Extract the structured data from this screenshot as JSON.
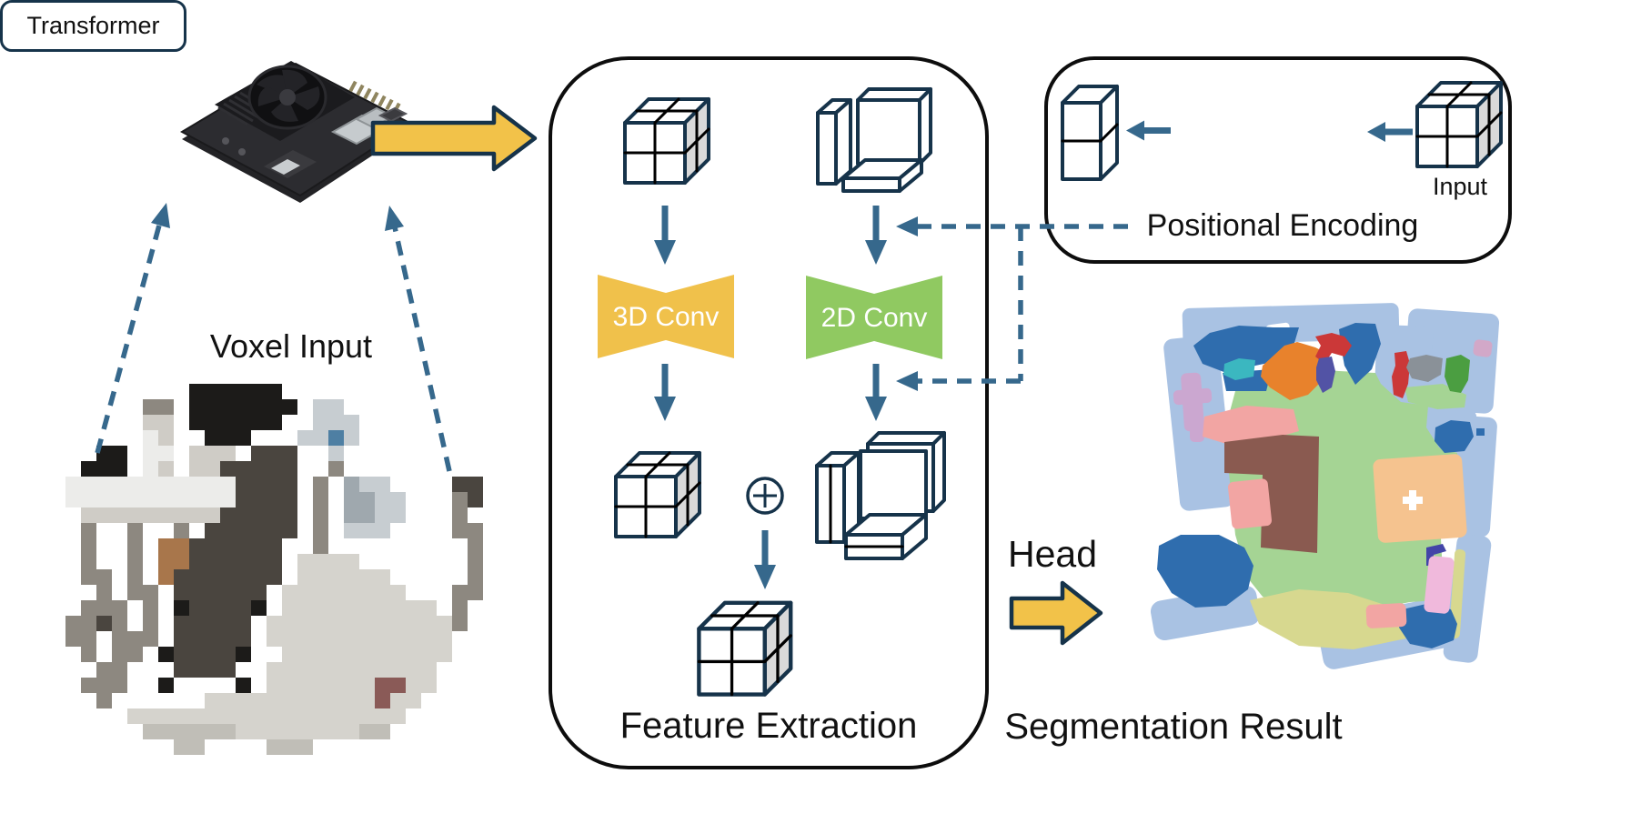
{
  "title": "Voxel Segmentation Pipeline Diagram",
  "labels": {
    "voxel_input": "Voxel Input",
    "feature_extraction": "Feature Extraction",
    "conv3d": "3D Conv",
    "conv2d": "2D Conv",
    "positional_encoding": "Positional Encoding",
    "transformer": "Transformer",
    "input": "Input",
    "head": "Head",
    "segmentation_result": "Segmentation Result",
    "plus_symbol": "+"
  },
  "colors": {
    "navy": "#16334A",
    "steel": "#36688C",
    "gold": "#F2C249",
    "conv3d": "#F0C14B",
    "conv2d": "#90C961",
    "cubeside": "#D9D9D9",
    "box_border": "#0D0D0D",
    "segmentation": {
      "periwinkle": "#A9C2E3",
      "blue": "#2F6DAE",
      "teal": "#3BB7C0",
      "orange": "#E8822C",
      "red": "#CB3838",
      "indigo": "#5253A5",
      "gray": "#8A9198",
      "forest": "#4B9E41",
      "mauve": "#D2A8C8",
      "green": "#A5D494",
      "pink": "#F2A5A3",
      "brown": "#8A5A50",
      "peach": "#F5C38F",
      "navy_accent": "#4345A8",
      "bright_pink": "#F0B9DC",
      "khaki": "#D7D88F",
      "lavender": "#CBA7D0"
    }
  },
  "voxel_scene": {
    "cell": 17,
    "palette": {
      "K": "#1C1B19",
      "D": "#4A453F",
      "G": "#8D8880",
      "L": "#CFCCC6",
      "W": "#ECECEA",
      "F": "#D5D3CD",
      "f": "#C0BEB7",
      "T": "#A8764B",
      "S": "#9FA8AE",
      "s": "#C7CDD1",
      "N": "#4E7FA3",
      "M": "#8A5A57"
    },
    "rows": [
      "..............................",
      ".........KKKKKK...............",
      "......GG.KKKKKKK.ss...........",
      "......LL.KKKKKK..sss..........",
      "......WL..KKK...ssNs..........",
      "...KK.WW.LLL.DDD..s...........",
      "..KKK.WL.LLDDDDD..G...........",
      ".WWWWWWWWWWWDDDD.G.Sss....DD..",
      ".WWWWWWWWWWWDDDD.G.SSss...GD..",
      "..LLLLLLLLLDDDDD.G.SSss...G...",
      "..G..G..G.DDDDDD.G.sss....GG..",
      "..G..G.TTDDDDDD..G.........G..",
      "..G..G.TTDDDDDD.FFFF.......G..",
      "..GG.G.TDDDDDDD.FFFFFF.....G..",
      "...G.GG.DDDDDD.FFFFFFFF...GG..",
      "..GGG.G.KDDDDK.FFFFFFFFFF.G...",
      ".GGDG.G.DDDDD.FFFFFFFFFFFFG...",
      ".GG.GGG.DDDDD.FFFFFFFFFFFF....",
      "..G.GG.KDDDDK..FFFFFFFFFFF....",
      "...GG...DDDD..FFFFFFFFFFF.....",
      "..GGG..K....K.FFFFFFFMMFF.....",
      "...G......FFFFFFFFFFFMFF......",
      ".....FFFFFFFFFFFFFFFFFF.......",
      "......ffffffFFFFFFFFff........",
      "........ff....fff.............",
      ".............................."
    ]
  }
}
